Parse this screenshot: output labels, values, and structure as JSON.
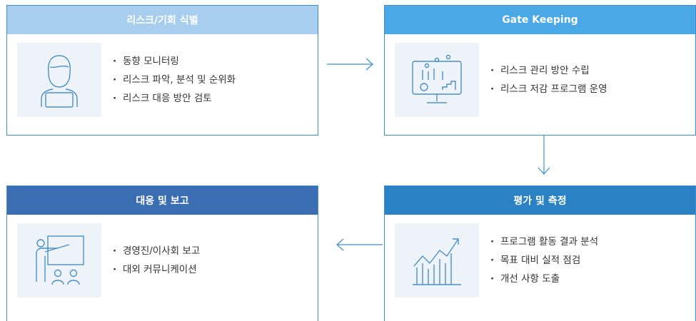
{
  "identify": {
    "title": "리스크/기회 식별",
    "items": [
      "동향 모니터링",
      "리스크 파악, 분석 및 순위화",
      "리스크 대응 방안 검토"
    ],
    "icon": "person-laptop-icon"
  },
  "gate": {
    "title": "Gate Keeping",
    "items": [
      "리스크 관리 방안 수립",
      "리스크 저감 프로그램 운영"
    ],
    "icon": "monitor-analytics-icon"
  },
  "evaluate": {
    "title": "평가 및 측정",
    "items": [
      "프로그램 활동 결과 분석",
      "목표 대비 실적 점검",
      "개선 사항 도출"
    ],
    "icon": "growth-chart-icon"
  },
  "respond": {
    "title": "대응 및 보고",
    "items": [
      "경영진/이사회 보고",
      "대외 커뮤니케이션"
    ],
    "icon": "presentation-icon"
  },
  "colors": {
    "header_identify": "#a7cdef",
    "header_gate": "#4aa8e6",
    "header_evaluate": "#2a82c4",
    "header_respond": "#3b6db3",
    "border": "#3d8fd1",
    "icon_bg": "#eef3f9"
  }
}
